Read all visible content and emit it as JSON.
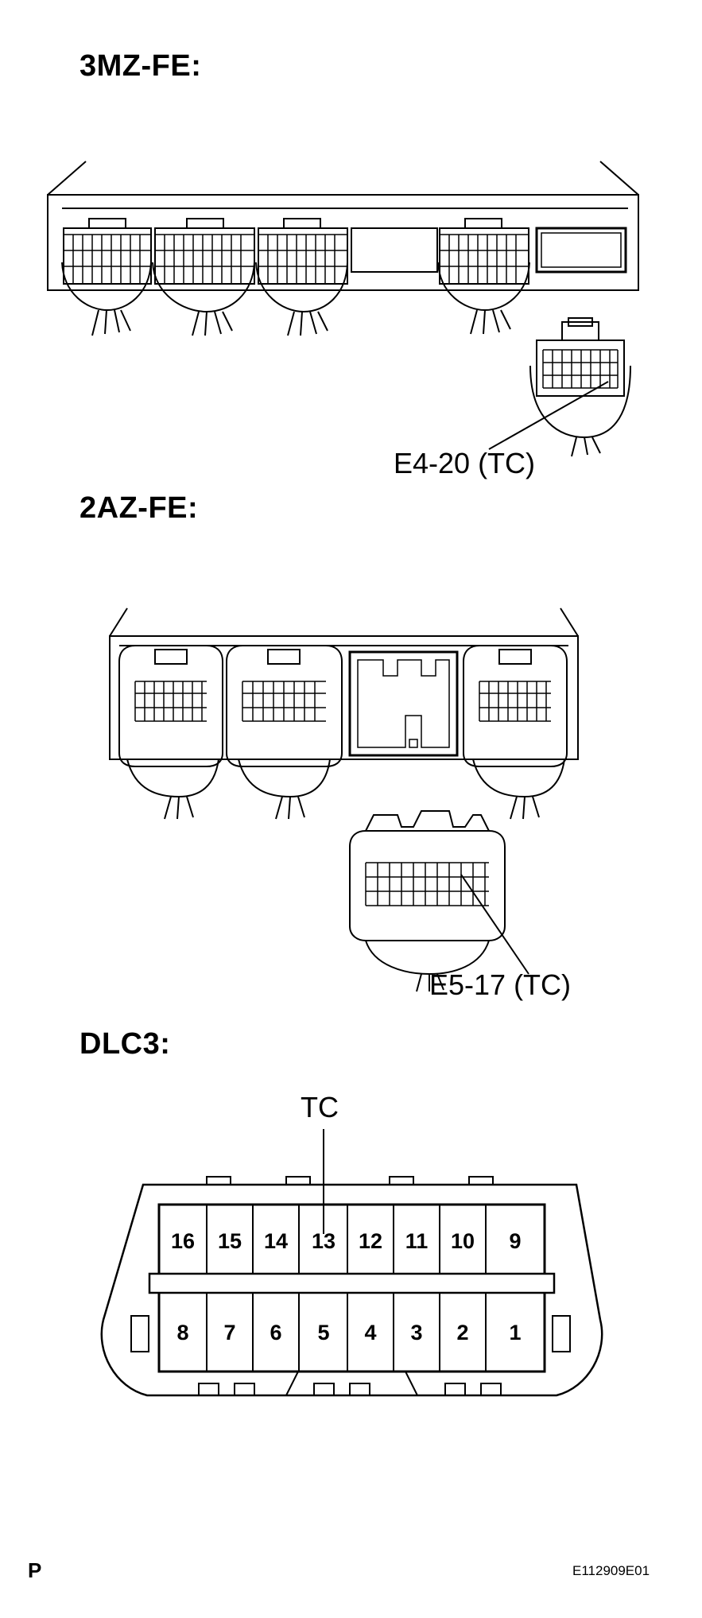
{
  "headings": {
    "engine_1": "3MZ-FE:",
    "engine_2": "2AZ-FE:",
    "dlc": "DLC3:"
  },
  "callouts": {
    "e4": "E4-20 (TC)",
    "e5": "E5-17 (TC)",
    "tc": "TC"
  },
  "dlc3": {
    "top_pins": [
      "16",
      "15",
      "14",
      "13",
      "12",
      "11",
      "10",
      "9"
    ],
    "bottom_pins": [
      "8",
      "7",
      "6",
      "5",
      "4",
      "3",
      "2",
      "1"
    ]
  },
  "footer": {
    "letter": "P",
    "figure_id": "E112909E01"
  }
}
